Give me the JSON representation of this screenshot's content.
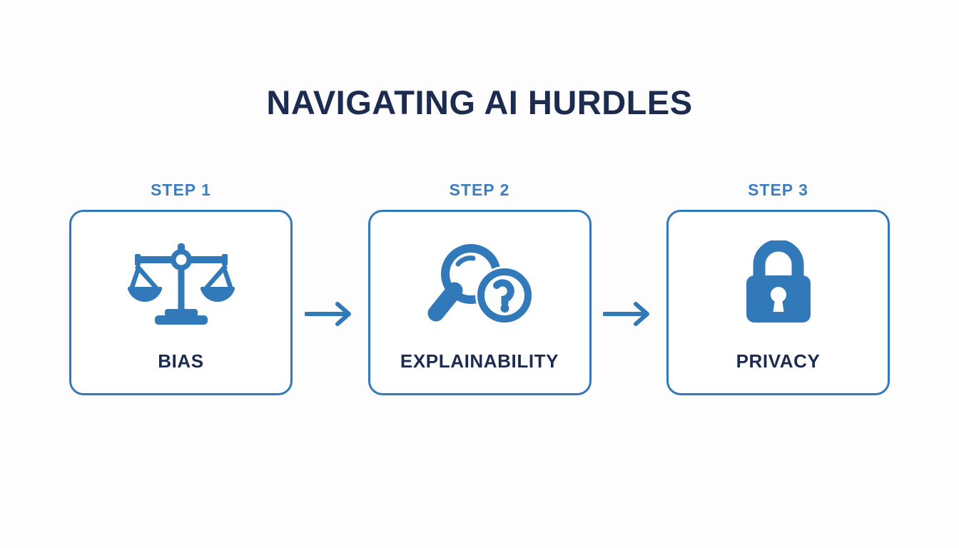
{
  "page": {
    "title": "NAVIGATING AI HURDLES",
    "background_color": "#fdfdfd"
  },
  "colors": {
    "title_navy": "#1c2b50",
    "step_blue": "#3d7ebf",
    "icon_blue": "#3179b8",
    "card_border": "#3179b8",
    "card_fill": "#ffffff",
    "arrow_blue": "#3179b8"
  },
  "steps": [
    {
      "step_label": "STEP 1",
      "card_label": "BIAS",
      "icon": "balance-scale-icon"
    },
    {
      "step_label": "STEP 2",
      "card_label": "EXPLAINABILITY",
      "icon": "magnifier-question-icon"
    },
    {
      "step_label": "STEP 3",
      "card_label": "PRIVACY",
      "icon": "padlock-icon"
    }
  ],
  "connectors": [
    {
      "name": "arrow-right-icon"
    },
    {
      "name": "arrow-right-icon"
    }
  ]
}
